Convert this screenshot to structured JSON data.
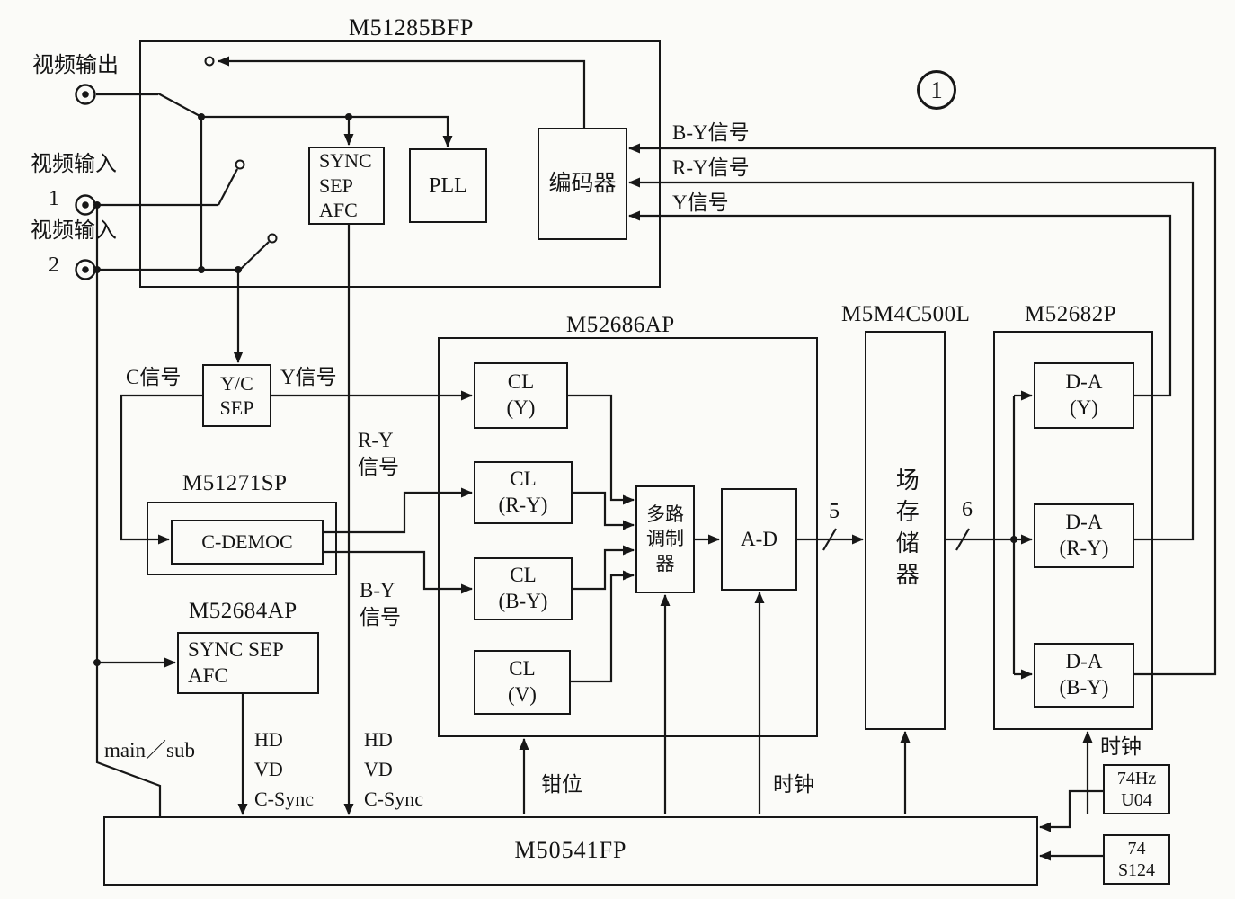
{
  "badge": "1",
  "io": {
    "video_out": "视频输出",
    "video_in": "视频输入",
    "in1": "1",
    "in2": "2"
  },
  "chips": {
    "m51285bfp": {
      "label": "M51285BFP",
      "sync": "SYNC\nSEP\nAFC",
      "pll": "PLL",
      "encoder": "编码器"
    },
    "yc_sep": "Y/C\nSEP",
    "m51271sp": {
      "label": "M51271SP",
      "democ": "C-DEMOC"
    },
    "m52684ap": {
      "label": "M52684AP",
      "sync": "SYNC SEP\nAFC"
    },
    "m52686ap": {
      "label": "M52686AP",
      "cl_y": "CL\n(Y)",
      "cl_ry": "CL\n(R-Y)",
      "cl_by": "CL\n(B-Y)",
      "cl_v": "CL\n(V)",
      "mux": "多路\n调制\n器",
      "ad": "A-D"
    },
    "memory": {
      "label": "M5M4C500L",
      "name": "场存储器"
    },
    "m52682p": {
      "label": "M52682P",
      "da_y": "D-A\n(Y)",
      "da_ry": "D-A\n(R-Y)",
      "da_by": "D-A\n(B-Y)"
    },
    "m50541fp": "M50541FP",
    "u04": "74Hz\nU04",
    "s124": "74\nS124"
  },
  "signals": {
    "by_top": "B-Y信号",
    "ry_top": "R-Y信号",
    "y_top": "Y信号",
    "c_mid": "C信号",
    "y_mid": "Y信号",
    "ry_mid": "R-Y\n信号",
    "by_mid": "B-Y\n信号",
    "main_sub": "main／sub",
    "hd_vd_1": "HD\nVD\nC-Sync",
    "hd_vd_2": "HD\nVD\nC-Sync",
    "clamp": "钳位",
    "clock_mid": "时钟",
    "clock_right": "时钟",
    "bus5": "5",
    "bus6": "6"
  }
}
